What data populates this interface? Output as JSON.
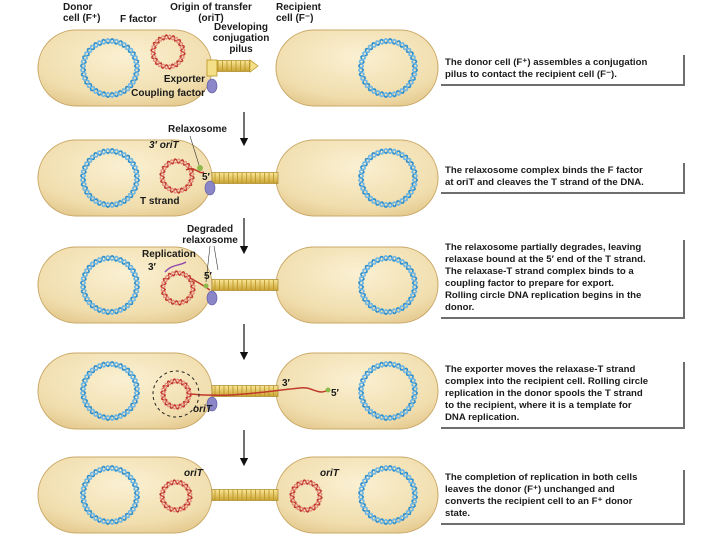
{
  "labels": {
    "donor_cell": [
      "Donor",
      "cell (F⁺)"
    ],
    "recipient_cell": [
      "Recipient",
      "cell (F⁻)"
    ],
    "f_factor": "F factor",
    "origin_of_transfer": [
      "Origin of transfer",
      "(oriT)"
    ],
    "developing_pilus": [
      "Developing",
      "conjugation",
      "pilus"
    ],
    "exporter": "Exporter",
    "coupling_factor": "Coupling factor",
    "relaxosome": "Relaxosome",
    "three_prime_oriT": "3′ oriT",
    "five_prime": "5′",
    "three_prime": "3′",
    "t_strand": "T strand",
    "degraded_relaxosome": [
      "Degraded",
      "relaxosome"
    ],
    "replication": "Replication",
    "oriT": "oriT"
  },
  "captions": [
    [
      "The donor cell (F⁺) assembles a conjugation",
      "pilus to contact the recipient cell (F⁻)."
    ],
    [
      "The relaxosome complex binds the F factor",
      "at oriT and cleaves the T strand of the DNA."
    ],
    [
      "The relaxosome partially degrades, leaving",
      "relaxase bound at the 5′ end of the T strand.",
      "The relaxase-T strand complex binds to a",
      "coupling factor to prepare for export.",
      "Rolling circle DNA replication begins in the",
      "donor."
    ],
    [
      "The exporter moves the relaxase-T strand",
      "complex into the recipient cell. Rolling circle",
      "replication in the donor spools the T strand",
      "to the recipient, where it is a template for",
      "DNA replication."
    ],
    [
      "The completion of replication in both cells",
      "leaves the donor (F⁺) unchanged and",
      "converts the recipient cell to an F⁺ donor",
      "state."
    ]
  ],
  "colors": {
    "cell_fill": "#f1deae",
    "cell_edge": "#c9a866",
    "chromosome": "#2f8fcd",
    "plasmid": "#c0392b",
    "pilus": "#e9c84a",
    "protein": "#8a86c8",
    "relaxosome": "#8fb84a",
    "arrow": "#111111"
  }
}
